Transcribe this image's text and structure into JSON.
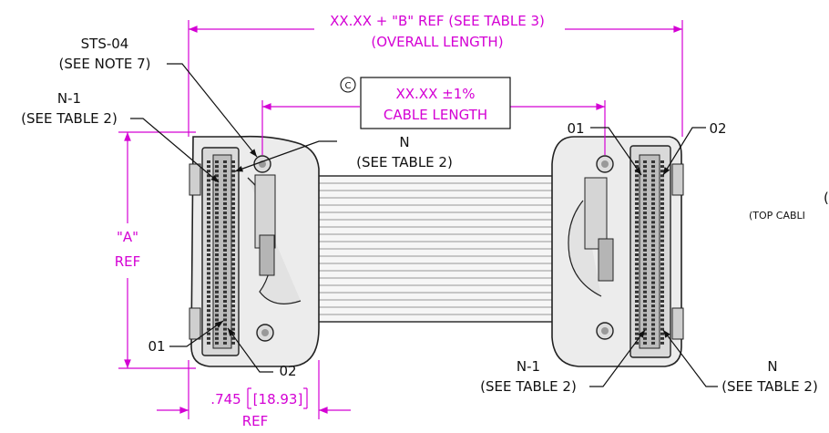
{
  "dimensions": {
    "overall_line1": "XX.XX + \"B\" REF (SEE TABLE 3)",
    "overall_line2": "(OVERALL LENGTH)",
    "cable_line1": "XX.XX ±1%",
    "cable_line2": "CABLE LENGTH",
    "cable_flag": "C",
    "height_line1": "\"A\"",
    "height_line2": "REF",
    "width_line1": ".745",
    "width_metric": "[18.93]",
    "width_line2": "REF"
  },
  "callouts": {
    "sts_line1": "STS-04",
    "sts_line2": "(SEE NOTE 7)",
    "n1_top_line1": "N-1",
    "n1_top_line2": "(SEE TABLE 2)",
    "n_top_line1": "N",
    "n_top_line2": "(SEE TABLE 2)",
    "pin01_left": "01",
    "pin02_left": "02",
    "pin01_right": "01",
    "pin02_right": "02",
    "n1_bottom_line1": "N-1",
    "n1_bottom_line2": "(SEE TABLE 2)",
    "n_bottom_line1": "N",
    "n_bottom_line2": "(SEE TABLE 2)"
  },
  "side_note": {
    "line1": "(",
    "line2": "(TOP CABLI"
  },
  "colors": {
    "dimension": "#d400d4",
    "outline": "#111111"
  }
}
